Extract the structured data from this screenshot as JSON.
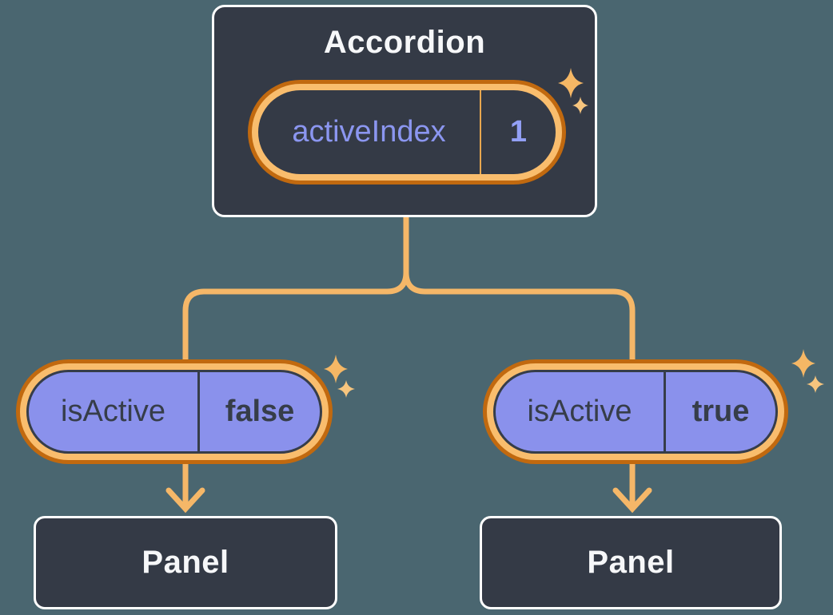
{
  "accordion": {
    "title": "Accordion",
    "state": {
      "name": "activeIndex",
      "value": "1"
    }
  },
  "children": {
    "left": {
      "prop": {
        "name": "isActive",
        "value": "false"
      },
      "panel": {
        "title": "Panel"
      }
    },
    "right": {
      "prop": {
        "name": "isActive",
        "value": "true"
      },
      "panel": {
        "title": "Panel"
      }
    }
  },
  "icons": {
    "sparkle": "four-point-star",
    "arrow": "chevron-down-arrow"
  },
  "colors": {
    "background": "#4A6670",
    "node_fill": "#343A46",
    "node_border": "#FFFFFF",
    "node_text": "#F6F7F9",
    "prop_pill_fill": "#8A91EC",
    "ring_inner": "#F9BD6D",
    "ring_outer": "#C1690F",
    "connector": "#F5B768",
    "state_name_text": "#8B96F0",
    "state_value_text": "#93A0F6",
    "prop_text": "#363D49",
    "state_divider": "#E8A74F",
    "sparkle": "#F5B765"
  }
}
